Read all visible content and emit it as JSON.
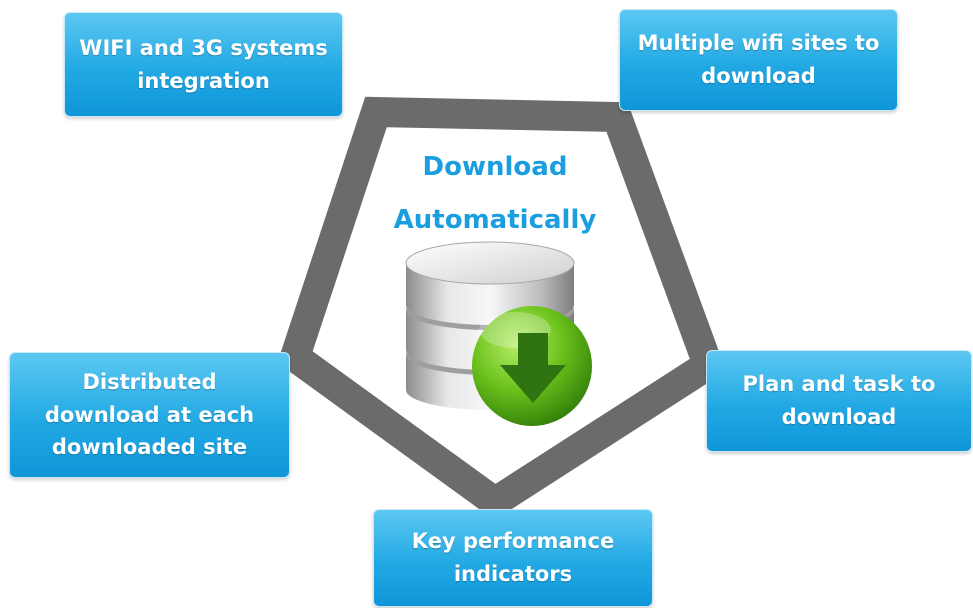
{
  "diagram": {
    "center": {
      "line1": "Download",
      "line2": "Automatically",
      "icon": "database-download-icon"
    },
    "boxes": {
      "top_left": "WIFI and 3G systems\nintegration",
      "top_right": "Multiple wifi sites to\ndownload",
      "left": "Distributed\ndownload at each\ndownloaded site",
      "right": "Plan and task to\ndownload",
      "bottom": "Key performance\nindicators"
    },
    "colors": {
      "box_fill": "#22a9e4",
      "pentagon": "#6b6b6b",
      "title_text": "#1b9ee0",
      "download_arrow": "#3f8f12"
    }
  }
}
